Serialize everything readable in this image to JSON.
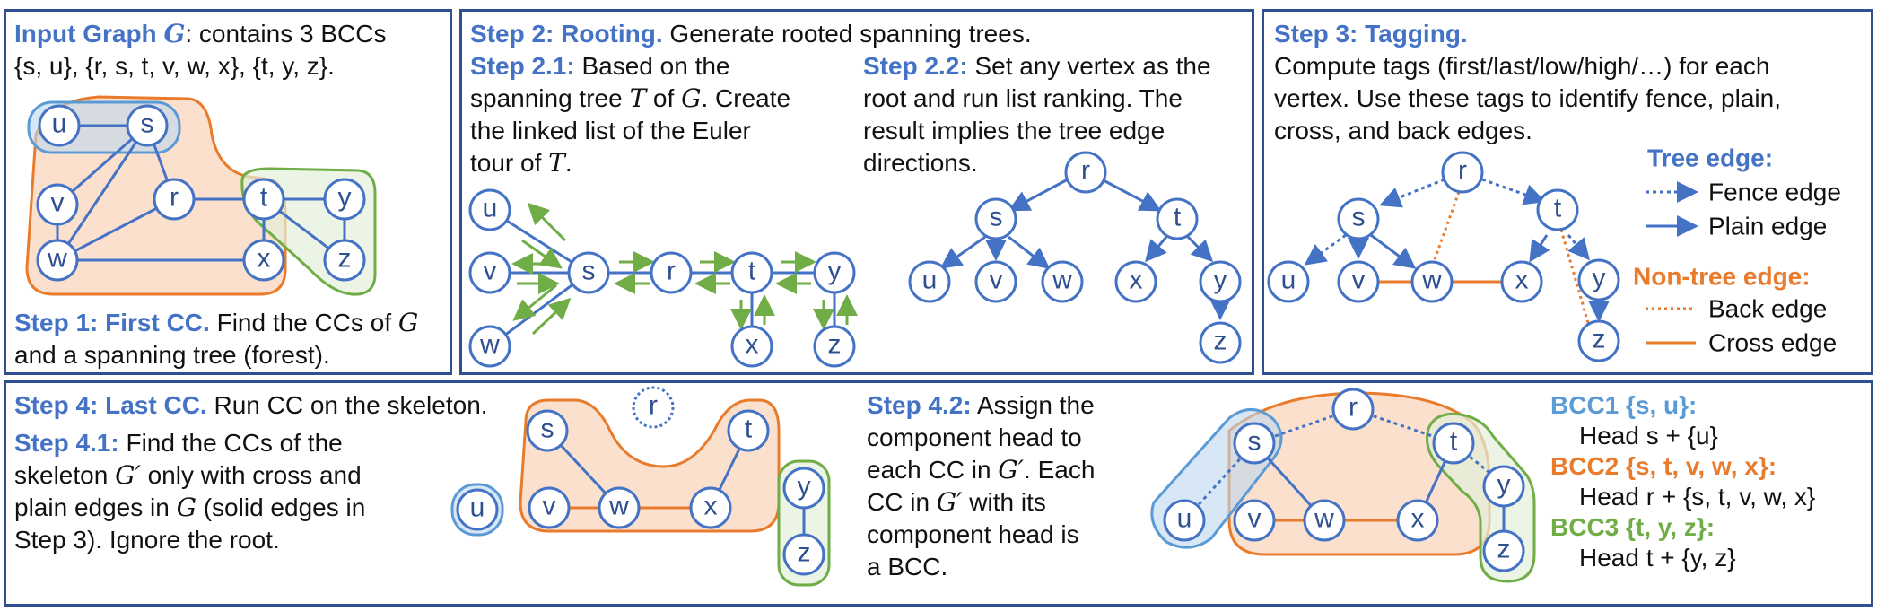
{
  "panel1": {
    "title": "Input Graph",
    "title_sym": "G",
    "desc1": ": contains 3 BCCs",
    "desc2": "{s, u}, {r, s, t, v, w, x}, {t, y, z}.",
    "step_label": "Step 1: First CC.",
    "step_text1": " Find the CCs of ",
    "step_sym": "G",
    "step_text2": "and a spanning tree (forest)."
  },
  "panel2": {
    "heading": "Step 2: Rooting.",
    "heading_text": " Generate rooted spanning trees.",
    "s21_label": "Step 2.1:",
    "s21_l1": " Based on the",
    "s21_l2a": "spanning tree ",
    "s21_sym1": "T",
    "s21_l2b": " of ",
    "s21_sym2": "G",
    "s21_l2c": ". Create",
    "s21_l3": "the linked list of the Euler",
    "s21_l4a": "tour of ",
    "s21_sym3": "T",
    "s21_l4b": ".",
    "s22_label": "Step 2.2:",
    "s22_l1": " Set any vertex as the",
    "s22_l2": "root and run list ranking. The",
    "s22_l3": "result implies the tree edge",
    "s22_l4": "directions."
  },
  "panel3": {
    "heading": "Step 3: Tagging.",
    "l1": "Compute tags (first/last/low/high/…) for each",
    "l2": "vertex. Use these tags to identify fence, plain,",
    "l3": "cross, and back edges.",
    "legend": {
      "tree_head": "Tree edge:",
      "fence": "Fence edge",
      "plain": "Plain edge",
      "nontree_head": "Non-tree edge:",
      "back": "Back edge",
      "cross": "Cross edge"
    }
  },
  "panel4": {
    "heading": "Step 4: Last CC.",
    "heading_text": " Run CC on the skeleton.",
    "s41_label": "Step 4.1:",
    "s41_l1": " Find the CCs of the",
    "s41_l2a": "skeleton ",
    "s41_sym": "G′",
    "s41_l2b": " only with cross and",
    "s41_l3a": "plain edges in ",
    "s41_sym2": "G",
    "s41_l3b": " (solid edges in",
    "s41_l4": "Step 3). Ignore the root.",
    "s42_label": "Step 4.2:",
    "s42_l1": " Assign the",
    "s42_l2": "component head to",
    "s42_l3a": "each CC in ",
    "s42_sym": "G′",
    "s42_l3b": ". Each",
    "s42_l4a": "CC in ",
    "s42_sym2": "G′",
    "s42_l4b": " with its",
    "s42_l5": "component head is",
    "s42_l6": "a BCC.",
    "bcc1_label": "BCC1 {s, u}:",
    "bcc1_head": "Head s + {u}",
    "bcc2_label": "BCC2 {s, t, v, w, x}:",
    "bcc2_head": "Head r + {s, t, v, w, x}",
    "bcc3_label": "BCC3 {t, y, z}:",
    "bcc3_head": "Head t + {y, z}"
  },
  "vertices": {
    "u": "u",
    "s": "s",
    "v": "v",
    "w": "w",
    "r": "r",
    "t": "t",
    "x": "x",
    "y": "y",
    "z": "z"
  },
  "colors": {
    "blue": "#4472c4",
    "dark": "#2f4f8f",
    "orange": "#e87b2c",
    "green": "#70ad47",
    "lightblue": "#9dc3e6"
  }
}
